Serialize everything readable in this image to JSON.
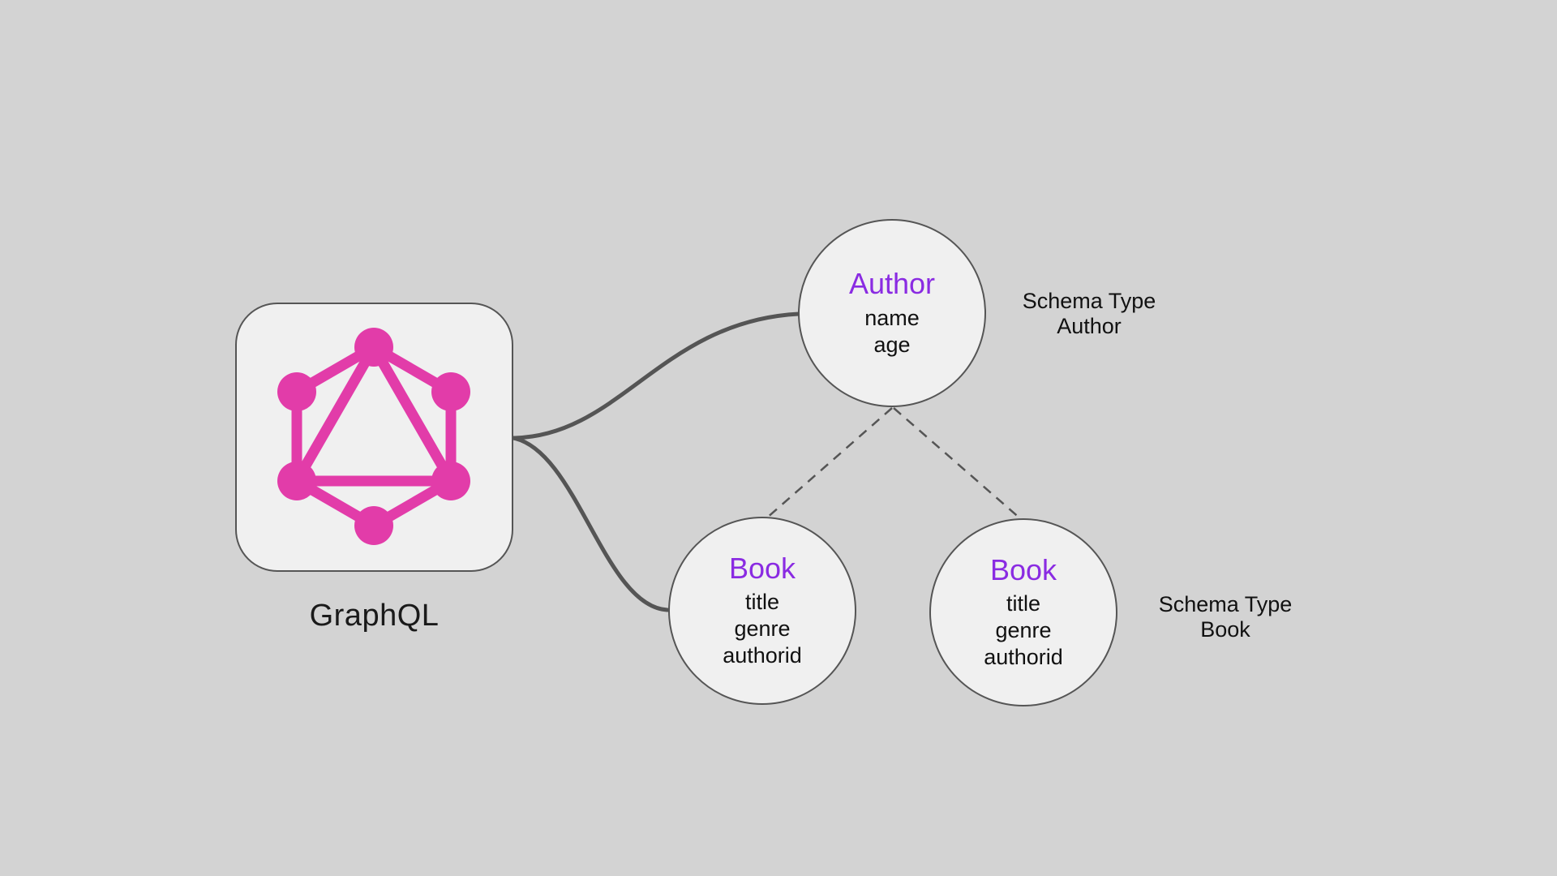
{
  "graphql": {
    "label": "GraphQL",
    "logo_icon": "graphql-hexagon-logo"
  },
  "nodes": [
    {
      "id": "author",
      "title": "Author",
      "fields": [
        "name",
        "age"
      ]
    },
    {
      "id": "book-left",
      "title": "Book",
      "fields": [
        "title",
        "genre",
        "authorid"
      ]
    },
    {
      "id": "book-right",
      "title": "Book",
      "fields": [
        "title",
        "genre",
        "authorid"
      ]
    }
  ],
  "annotations": [
    {
      "lines": [
        "Schema Type",
        "Author"
      ]
    },
    {
      "lines": [
        "Schema Type",
        "Book"
      ]
    }
  ],
  "colors": {
    "background": "#d3d3d3",
    "shape_fill": "#f0f0f0",
    "stroke": "#555555",
    "graphql_pink": "#e23ca9",
    "type_purple": "#8a2be2",
    "text": "#111111"
  }
}
